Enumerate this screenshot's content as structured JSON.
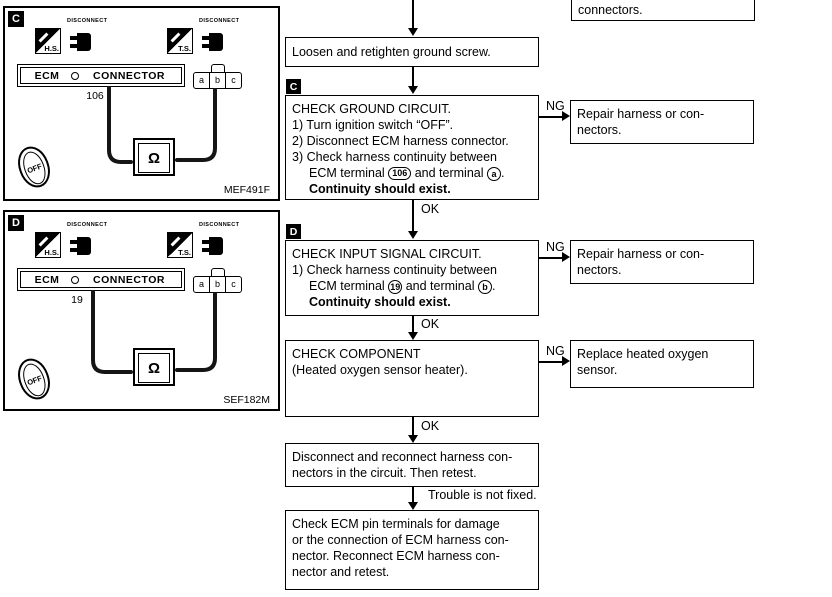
{
  "colors": {
    "ink": "#000000",
    "paper": "#ffffff"
  },
  "diagram_c": {
    "corner_label": "C",
    "disconnect_left": "DISCONNECT",
    "hs_label": "H.S.",
    "disconnect_right": "DISCONNECT",
    "ts_label": "T.S.",
    "ecm": "ECM",
    "connector": "CONNECTOR",
    "terminal": "106",
    "pins": [
      "a",
      "b",
      "c"
    ],
    "ohm": "Ω",
    "off": "OFF",
    "code": "MEF491F"
  },
  "diagram_d": {
    "corner_label": "D",
    "disconnect_left": "DISCONNECT",
    "hs_label": "H.S.",
    "disconnect_right": "DISCONNECT",
    "ts_label": "T.S.",
    "ecm": "ECM",
    "connector": "CONNECTOR",
    "terminal": "19",
    "pins": [
      "a",
      "b",
      "c"
    ],
    "ohm": "Ω",
    "off": "OFF",
    "code": "SEF182M"
  },
  "flow": {
    "top_partial_line": "connectors.",
    "ground_box": "Loosen and retighten ground screw.",
    "label_c": "C",
    "label_d": "D",
    "ng": "NG",
    "ok": "OK",
    "check_ground": {
      "title": "CHECK GROUND CIRCUIT.",
      "line1": "1) Turn ignition switch “OFF”.",
      "line2": "2) Disconnect ECM harness connector.",
      "line3": "3) Check harness continuity between",
      "line4_pre": "ECM terminal",
      "line4_term": "106",
      "line4_mid": "and terminal",
      "line4_pin": "a",
      "line4_end": ".",
      "bold": "Continuity should exist."
    },
    "repair1": [
      "Repair harness or con-",
      "nectors."
    ],
    "check_input": {
      "title": "CHECK INPUT SIGNAL CIRCUIT.",
      "line1": "1) Check harness continuity between",
      "line2_pre": "ECM terminal",
      "line2_term": "19",
      "line2_mid": "and terminal",
      "line2_pin": "b",
      "line2_end": ".",
      "bold": "Continuity should exist."
    },
    "repair2": [
      "Repair harness or con-",
      "nectors."
    ],
    "check_component": {
      "title": "CHECK COMPONENT",
      "line1": "(Heated oxygen sensor heater)."
    },
    "replace_box": [
      "Replace heated oxygen",
      "sensor."
    ],
    "reconnect_box": [
      "Disconnect and reconnect harness con-",
      "nectors in the circuit. Then retest."
    ],
    "trouble_label": "Trouble is not fixed.",
    "final_box": [
      "Check ECM pin terminals for damage",
      "or the connection of ECM harness con-",
      "nector. Reconnect ECM harness con-",
      "nector and retest."
    ]
  }
}
